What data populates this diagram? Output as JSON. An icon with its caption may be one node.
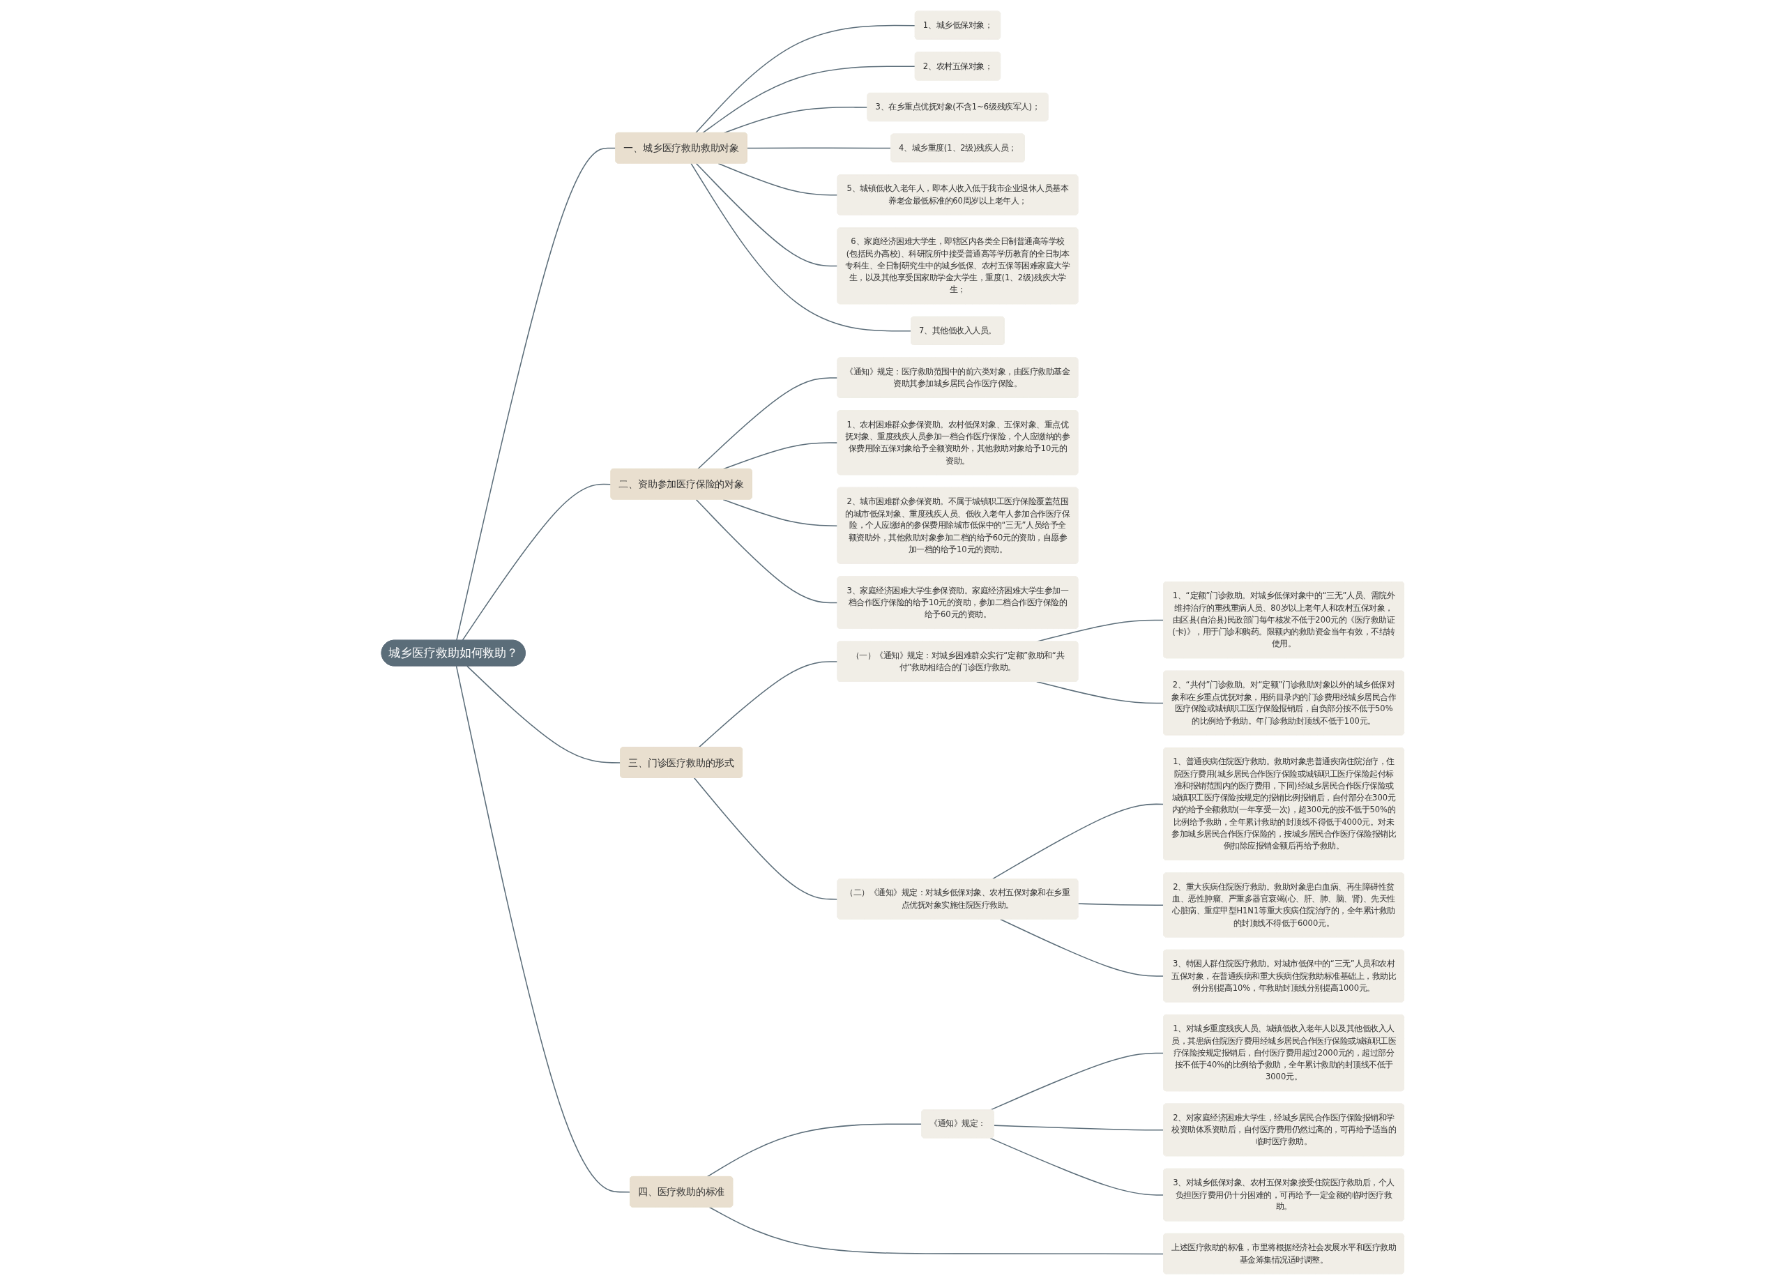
{
  "diagram": {
    "nodes": [
      {
        "text": [
          "城乡医疗救助如何救助？"
        ]
      },
      {
        "text": [
          "一、城乡医疗救助救助对象"
        ]
      },
      {
        "text": [
          "1、城乡低保对象；"
        ]
      },
      {
        "text": [
          "2、农村五保对象；"
        ]
      },
      {
        "text": [
          "3、在乡重点优抚对象(不含1~6级残疾军人)；"
        ]
      },
      {
        "text": [
          "4、城乡重度(1、2级)残疾人员；"
        ]
      },
      {
        "text": [
          "5、城镇低收入老年人，即本人收入低于我市企业退休人员基本养老金最低标准的60周岁以上老年人；"
        ]
      },
      {
        "text": [
          "6、家庭经济困难大学生，即辖区内各类全日制普通高等学校(包括民办高校)、科研院所中接受普通高等学历教育的全日制本专科生、全日制研究生中的城乡低保、农村五保等困难家庭大学生，以及其他享受国家助学金大学生，重度(1、2级)残疾大学生；"
        ]
      },
      {
        "text": [
          "7、其他低收入人员。"
        ]
      },
      {
        "text": [
          "二、资助参加医疗保险的对象"
        ]
      },
      {
        "text": [
          "《通知》规定：医疗救助范围中的前六类对象，由医疗救助基金资助其参加城乡居民合作医疗保险。"
        ]
      },
      {
        "text": [
          "1、农村困难群众参保资助。农村低保对象、五保对象、重点优抚对象、重度残疾人员参加一档合作医疗保险，个人应缴纳的参保费用除五保对象给予全额资助外，其他救助对象给予10元的资助。"
        ]
      },
      {
        "text": [
          "2、城市困难群众参保资助。不属于城镇职工医疗保险覆盖范围的城市低保对象、重度残疾人员、低收入老年人参加合作医疗保险，个人应缴纳的参保费用除城市低保中的“三无”人员给予全额资助外，其他救助对象参加二档的给予60元的资助，自愿参加一档的给予10元的资助。"
        ]
      },
      {
        "text": [
          "3、家庭经济困难大学生参保资助。家庭经济困难大学生参加一档合作医疗保险的给予10元的资助，参加二档合作医疗保险的给予60元的资助。"
        ]
      },
      {
        "text": [
          "三、门诊医疗救助的形式"
        ]
      },
      {
        "text": [
          "（一）《通知》规定：对城乡困难群众实行“定额”救助和“共付”救助相结合的门诊医疗救助。"
        ]
      },
      {
        "text": [
          "1、“定额”门诊救助。对城乡低保对象中的“三无”人员、需院外维持治疗的重残重病人员、80岁以上老年人和农村五保对象，由区县(自治县)民政部门每年核发不低于200元的《医疗救助证(卡)》，用于门诊和购药。限额内的救助资金当年有效，不结转使用。"
        ]
      },
      {
        "text": [
          "2、“共付”门诊救助。对“定额”门诊救助对象以外的城乡低保对象和在乡重点优抚对象，用药目录内的门诊费用经城乡居民合作医疗保险或城镇职工医疗保险报销后，自负部分按不低于50%的比例给予救助。年门诊救助封顶线不低于100元。"
        ]
      },
      {
        "text": [
          "（二）《通知》规定：对城乡低保对象、农村五保对象和在乡重点优抚对象实施住院医疗救助。"
        ]
      },
      {
        "text": [
          "1、普通疾病住院医疗救助。救助对象患普通疾病住院治疗，住院医疗费用(城乡居民合作医疗保险或城镇职工医疗保险起付标准和报销范围内的医疗费用，下同)经城乡居民合作医疗保险或城镇职工医疗保险按规定的报销比例报销后，自付部分在300元内的给予全额救助(一年享受一次)，超300元的按不低于50%的比例给予救助，全年累计救助的封顶线不得低于4000元。对未参加城乡居民合作医疗保险的，按城乡居民合作医疗保险报销比例扣除应报销金额后再给予救助。"
        ]
      },
      {
        "text": [
          "2、重大疾病住院医疗救助。救助对象患白血病、再生障碍性贫血、恶性肿瘤、严重多器官衰竭(心、肝、肺、脑、肾)、先天性心脏病、重症甲型H1N1等重大疾病住院治疗的，全年累计救助的封顶线不得低于6000元。"
        ]
      },
      {
        "text": [
          "3、特困人群住院医疗救助。对城市低保中的“三无”人员和农村五保对象，在普通疾病和重大疾病住院救助标准基础上，救助比例分别提高10%，年救助封顶线分别提高1000元。"
        ]
      },
      {
        "text": [
          "四、医疗救助的标准"
        ]
      },
      {
        "text": [
          "《通知》规定："
        ]
      },
      {
        "text": [
          "1、对城乡重度残疾人员、城镇低收入老年人以及其他低收入人员，其患病住院医疗费用经城乡居民合作医疗保险或城镇职工医疗保险按规定报销后，自付医疗费用超过2000元的，超过部分按不低于40%的比例给予救助，全年累计救助的封顶线不低于3000元。"
        ]
      },
      {
        "text": [
          "2、对家庭经济困难大学生，经城乡居民合作医疗保险报销和学校资助体系资助后，自付医疗费用仍然过高的，可再给予适当的临时医疗救助。"
        ]
      },
      {
        "text": [
          "3、对城乡低保对象、农村五保对象接受住院医疗救助后，个人负担医疗费用仍十分困难的，可再给予一定金额的临时医疗救助。"
        ]
      },
      {
        "text": [
          "上述医疗救助的标准，市里将根据经济社会发展水平和医疗救助基金筹集情况适时调整。"
        ]
      }
    ],
    "edges": [
      {
        "from": 0,
        "to": 1,
        "arrow": "none"
      },
      {
        "from": 1,
        "to": 2,
        "arrow": "none"
      },
      {
        "from": 1,
        "to": 3,
        "arrow": "none"
      },
      {
        "from": 1,
        "to": 4,
        "arrow": "none"
      },
      {
        "from": 1,
        "to": 5,
        "arrow": "none"
      },
      {
        "from": 1,
        "to": 6,
        "arrow": "none"
      },
      {
        "from": 1,
        "to": 7,
        "arrow": "none"
      },
      {
        "from": 1,
        "to": 8,
        "arrow": "none"
      },
      {
        "from": 0,
        "to": 9,
        "arrow": "none"
      },
      {
        "from": 9,
        "to": 10,
        "arrow": "none"
      },
      {
        "from": 9,
        "to": 11,
        "arrow": "none"
      },
      {
        "from": 9,
        "to": 12,
        "arrow": "none"
      },
      {
        "from": 9,
        "to": 13,
        "arrow": "none"
      },
      {
        "from": 0,
        "to": 14,
        "arrow": "none"
      },
      {
        "from": 14,
        "to": 15,
        "arrow": "none"
      },
      {
        "from": 15,
        "to": 16,
        "arrow": "none"
      },
      {
        "from": 15,
        "to": 17,
        "arrow": "none"
      },
      {
        "from": 14,
        "to": 18,
        "arrow": "none"
      },
      {
        "from": 18,
        "to": 19,
        "arrow": "none"
      },
      {
        "from": 18,
        "to": 20,
        "arrow": "none"
      },
      {
        "from": 18,
        "to": 21,
        "arrow": "none"
      },
      {
        "from": 0,
        "to": 22,
        "arrow": "none"
      },
      {
        "from": 22,
        "to": 23,
        "arrow": "none"
      },
      {
        "from": 23,
        "to": 24,
        "arrow": "none"
      },
      {
        "from": 23,
        "to": 25,
        "arrow": "none"
      },
      {
        "from": 23,
        "to": 26,
        "arrow": "none"
      },
      {
        "from": 22,
        "to": 27,
        "arrow": "none"
      }
    ]
  }
}
